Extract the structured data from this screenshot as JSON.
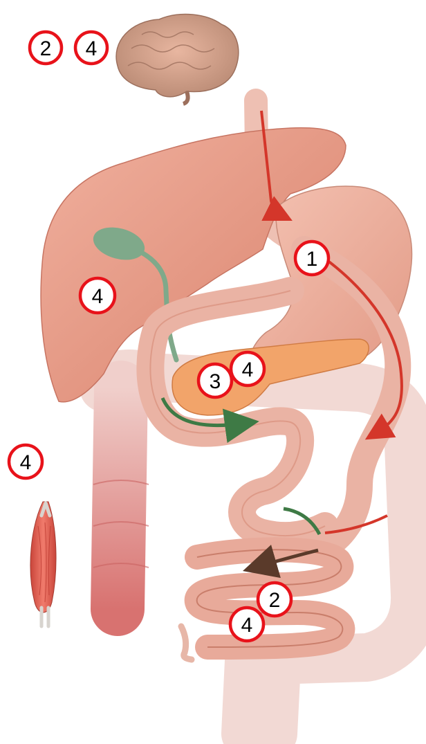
{
  "markers": {
    "brain_a": "2",
    "brain_b": "4",
    "esophagus_stomach": "1",
    "liver": "4",
    "pancreas_a": "3",
    "pancreas_b": "4",
    "muscle": "4",
    "intestine_a": "2",
    "intestine_b": "4"
  },
  "colors": {
    "marker_ring": "#e8121a",
    "organ_pink": "#e9a08c",
    "liver": "#e28d78",
    "gallbladder": "#7fa98a",
    "pancreas": "#f2a46a",
    "colon_light": "#f2d9d4",
    "colon_dark": "#d97a76",
    "flow_red": "#d4362a",
    "flow_green": "#3e7a45"
  }
}
